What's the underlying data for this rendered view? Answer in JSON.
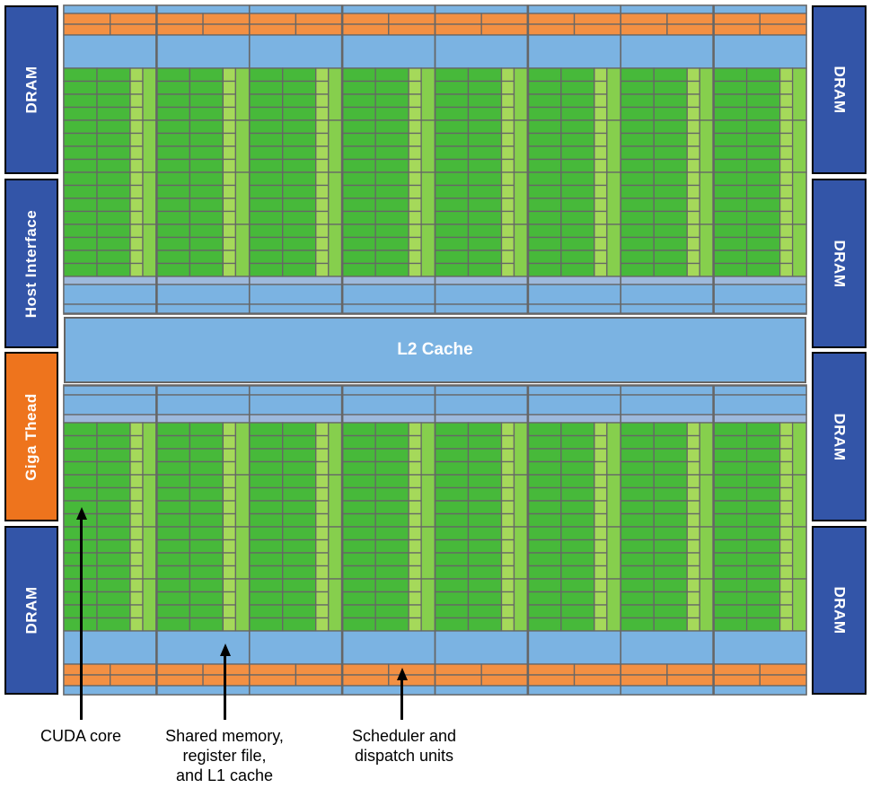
{
  "diagram": {
    "title": "GPU chip architecture (Fermi-style)",
    "left_blocks": [
      {
        "label": "DRAM",
        "type": "dram"
      },
      {
        "label": "Host Interface",
        "type": "dram"
      },
      {
        "label": "Giga Thead",
        "type": "giga"
      },
      {
        "label": "DRAM",
        "type": "dram"
      }
    ],
    "right_blocks": [
      {
        "label": "DRAM",
        "type": "dram"
      },
      {
        "label": "DRAM",
        "type": "dram"
      },
      {
        "label": "DRAM",
        "type": "dram"
      },
      {
        "label": "DRAM",
        "type": "dram"
      }
    ],
    "l2_cache_label": "L2 Cache",
    "sm_columns": 8,
    "core_rows": 16,
    "colors": {
      "dram": "#3355a8",
      "giga_thread": "#ee741d",
      "cache_blue": "#7bb3e2",
      "cache_pale": "#9db9dc",
      "scheduler_orange": "#f39043",
      "core_green": "#47b93a",
      "ldst_green": "#a5d95a",
      "sfu_green": "#86cf4d",
      "grid_line": "#666666"
    },
    "callouts": [
      {
        "text_lines": [
          "CUDA core"
        ]
      },
      {
        "text_lines": [
          "Shared memory,",
          "register file,",
          "and L1 cache"
        ]
      },
      {
        "text_lines": [
          "Scheduler and",
          "dispatch units"
        ]
      }
    ]
  }
}
